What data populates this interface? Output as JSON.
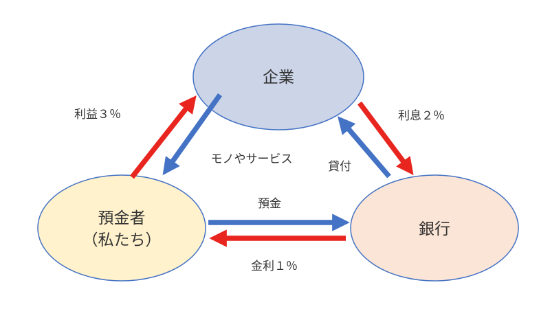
{
  "diagram": {
    "colors": {
      "red": "#e8251f",
      "blue": "#4472c4",
      "node_border": "#4472c4",
      "text": "#333333"
    },
    "nodes": {
      "company": {
        "label": "企業",
        "fill": "#ccd5e8"
      },
      "depositor": {
        "label_line1": "預金者",
        "label_line2": "（私たち）",
        "fill": "#fff2cc"
      },
      "bank": {
        "label": "銀行",
        "fill": "#fbe5d6"
      }
    },
    "edges": {
      "profit": {
        "label": "利益３％",
        "color_name": "red",
        "from": "depositor",
        "to": "company"
      },
      "goods_services": {
        "label": "モノやサービス",
        "color_name": "blue",
        "from": "company",
        "to": "depositor"
      },
      "interest_paid": {
        "label": "利息２％",
        "color_name": "red",
        "from": "company",
        "to": "bank"
      },
      "loan": {
        "label": "貸付",
        "color_name": "blue",
        "from": "bank",
        "to": "company"
      },
      "deposit": {
        "label": "預金",
        "color_name": "blue",
        "from": "depositor",
        "to": "bank"
      },
      "interest_rate": {
        "label": "金利１％",
        "color_name": "red",
        "from": "bank",
        "to": "depositor"
      }
    }
  }
}
